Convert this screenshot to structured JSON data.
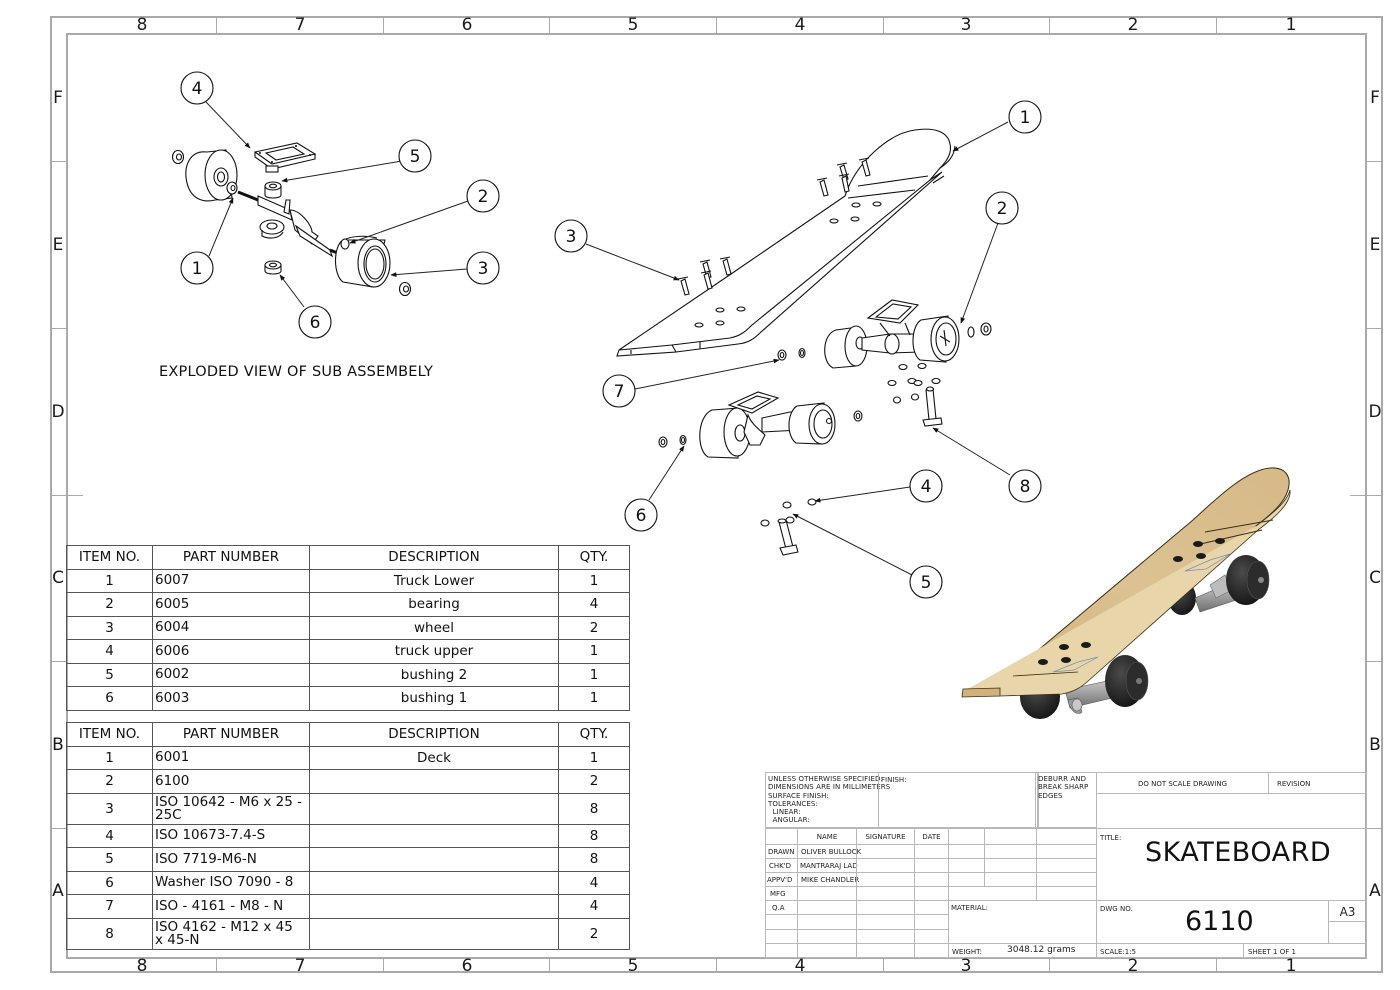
{
  "sheet": {
    "zones_columns": [
      "8",
      "7",
      "6",
      "5",
      "4",
      "3",
      "2",
      "1"
    ],
    "zones_rows": [
      "F",
      "E",
      "D",
      "C",
      "B",
      "A"
    ]
  },
  "subassembly_view": {
    "caption": "EXPLODED VIEW OF SUB ASSEMBELY",
    "balloons": [
      "4",
      "5",
      "2",
      "1",
      "3",
      "6"
    ]
  },
  "main_view": {
    "balloons": [
      "1",
      "2",
      "3",
      "7",
      "8",
      "6",
      "4",
      "5"
    ]
  },
  "render_view": {
    "deck_color": "#d9bf90",
    "wheel_color": "#2a2a2a",
    "truck_color": "#9a9a9a"
  },
  "bom_subassembly": {
    "headers": [
      "ITEM NO.",
      "PART NUMBER",
      "DESCRIPTION",
      "QTY."
    ],
    "rows": [
      {
        "item": "1",
        "part": "6007",
        "description": "Truck Lower",
        "qty": "1"
      },
      {
        "item": "2",
        "part": "6005",
        "description": "bearing",
        "qty": "4"
      },
      {
        "item": "3",
        "part": "6004",
        "description": "wheel",
        "qty": "2"
      },
      {
        "item": "4",
        "part": "6006",
        "description": "truck upper",
        "qty": "1"
      },
      {
        "item": "5",
        "part": "6002",
        "description": "bushing 2",
        "qty": "1"
      },
      {
        "item": "6",
        "part": "6003",
        "description": "bushing 1",
        "qty": "1"
      }
    ]
  },
  "bom_main": {
    "headers": [
      "ITEM NO.",
      "PART NUMBER",
      "DESCRIPTION",
      "QTY."
    ],
    "rows": [
      {
        "item": "1",
        "part": "6001",
        "description": "Deck",
        "qty": "1"
      },
      {
        "item": "2",
        "part": "6100",
        "description": "",
        "qty": "2"
      },
      {
        "item": "3",
        "part": "ISO 10642 - M6 x 25 - 25C",
        "description": "",
        "qty": "8"
      },
      {
        "item": "4",
        "part": "ISO 10673-7.4-S",
        "description": "",
        "qty": "8"
      },
      {
        "item": "5",
        "part": "ISO 7719-M6-N",
        "description": "",
        "qty": "8"
      },
      {
        "item": "6",
        "part": "Washer ISO 7090 - 8",
        "description": "",
        "qty": "4"
      },
      {
        "item": "7",
        "part": "ISO - 4161 - M8 - N",
        "description": "",
        "qty": "4"
      },
      {
        "item": "8",
        "part": "ISO 4162 - M12 x 45 x 45-N",
        "description": "",
        "qty": "2"
      }
    ]
  },
  "title_block": {
    "spec_lines": [
      "UNLESS OTHERWISE SPECIFIED:",
      "DIMENSIONS ARE IN MILLIMETERS",
      "SURFACE FINISH:",
      "TOLERANCES:",
      "  LINEAR:",
      "  ANGULAR:"
    ],
    "finish_label": "FINISH:",
    "deburr_lines": [
      "DEBURR AND",
      "BREAK SHARP",
      "EDGES"
    ],
    "do_not_scale": "DO NOT SCALE DRAWING",
    "revision_label": "REVISION",
    "col_headers": {
      "name": "NAME",
      "signature": "SIGNATURE",
      "date": "DATE"
    },
    "roles": [
      {
        "role": "DRAWN",
        "name": "OLIVER BULLOCK"
      },
      {
        "role": "CHK'D",
        "name": "MANTRARAJ LAD"
      },
      {
        "role": "APPV'D",
        "name": "MIKE CHANDLER"
      },
      {
        "role": "MFG",
        "name": ""
      },
      {
        "role": "Q.A",
        "name": ""
      }
    ],
    "title_label": "TITLE:",
    "title": "SKATEBOARD",
    "material_label": "MATERIAL:",
    "material": "",
    "dwg_no_label": "DWG NO.",
    "dwg_no": "6110",
    "sheet_size": "A3",
    "weight_label": "WEIGHT:",
    "weight": "3048.12 grams",
    "scale": "SCALE:1:5",
    "sheet": "SHEET 1 OF 1"
  }
}
